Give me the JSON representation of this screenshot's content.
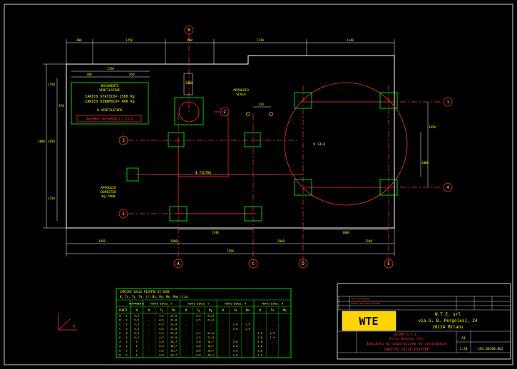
{
  "colors": {
    "background": "#000000",
    "outline": "#ffffff",
    "dimension": "#ffffff",
    "axis": "#ff3333",
    "plate": "#00ff00",
    "text_yellow": "#ffff00",
    "title_red": "#ff0000",
    "logo_bg": "#ffd400",
    "table_line": "#00ff00",
    "table_text": "#ffff00"
  },
  "axes": {
    "circle_1": "1",
    "circle_2": "2",
    "circle_3": "3",
    "circle_4": "4",
    "circle_5": "5",
    "circle_A": "A",
    "circle_B": "B",
    "circle_C": "C",
    "circle_D": "D",
    "circle_E": "E"
  },
  "labels": {
    "basamenti": "BASAMENTI",
    "ventilatore": "VENTILATORE",
    "carico_statico": "CARICO STATICO= 2500 Kg",
    "carico_dinamico": "CARICO DINAMICO= 400 Kg",
    "cl_ventilatore": "℄ VENTILATORE",
    "ingombro": "INGOMBRO BASAMENTO I-2410",
    "appoggio_scala": "APPOGGIO",
    "appoggio_scala_2": "SCALA",
    "appoggio_demister": "APPOGGIO",
    "appoggio_demister_2": "DEMISTER",
    "appoggio_demister_3": "Kg.2000",
    "cl_filtro": "℄ FILTRO",
    "cl_silo": "℄ SILO"
  },
  "dimensions": {
    "top_1": "400",
    "top_2": "1250",
    "top_3": "800",
    "top_4": "1720",
    "top_5": "1140",
    "inner_1": "1750",
    "inner_2": "700",
    "inner_3": "650",
    "inner_4": "2800",
    "small_1": "310",
    "left_1": "1150",
    "left_2": "5000",
    "left_3": "1850",
    "left_4": "1150",
    "left_5": "670",
    "right_1": "1650",
    "right_2": "1800",
    "bottom_1": "1740",
    "bottom_2": "1880",
    "bottom_3": "1450",
    "bottom_4": "3600",
    "bottom_5": "2040",
    "bottom_6": "1140",
    "bottom_total": "7350"
  },
  "loads_table": {
    "title_1": "CARICHI SULLE PIASTRE DI BASE",
    "title_2": "N, Tx, Ty, Tm, (t)      Mx, My, Mm, Mmq (t.m)",
    "group_headers": [
      "PERMANENTI",
      "VENTO DIREZ. X",
      "VENTO DIREZ. Y",
      "VENTO DIREZ. M",
      "VENTO DIREZ. W"
    ],
    "col_headers": [
      "N",
      "N",
      "Tx",
      "Mx",
      "N",
      "Ty",
      "My",
      "N",
      "Tm",
      "Mm",
      "N",
      "Tm",
      "Mm"
    ],
    "first_col_header": "PUNTI",
    "rows": [
      [
        "B - 1",
        "5,5",
        "-",
        "4,5",
        "22,0",
        "-",
        "4,5",
        "22,0",
        "-",
        "-",
        "-",
        "-",
        "-",
        "-"
      ],
      [
        "B - 2",
        "5,5",
        "-",
        "4,5",
        "22,0",
        "-",
        "4,5",
        "22,0",
        "-",
        "-",
        "-",
        "-",
        "-",
        "-"
      ],
      [
        "C - 1",
        "5,5",
        "-",
        "4,5",
        "22,0",
        "-",
        "-",
        "-",
        "-",
        "2,6",
        "1,9",
        "-",
        "-",
        "-"
      ],
      [
        "C - 2",
        "5,5",
        "-",
        "4,5",
        "22,0",
        "-",
        "-",
        "-",
        "-",
        "2,6",
        "1,9",
        "-",
        "-",
        "-"
      ],
      [
        "E - 3",
        "6,5",
        "-",
        "4,5",
        "22,0",
        "-",
        "4,5",
        "22,0",
        "-",
        "-",
        "-",
        "2,6",
        "1,9",
        "-"
      ],
      [
        "E - 4",
        "6,5",
        "-",
        "4,5",
        "22,0",
        "-",
        "4,5",
        "22,0",
        "-",
        "-",
        "-",
        "2,6",
        "1,9",
        "-"
      ],
      [
        "A - 1",
        "1",
        "-",
        "3,0",
        "18,7",
        "-",
        "3,0",
        "18,7",
        "-",
        "2,0",
        "-",
        "2,0",
        "-",
        "-"
      ],
      [
        "A - 2",
        "1",
        "-",
        "3,0",
        "18,7",
        "-",
        "3,0",
        "18,7",
        "-",
        "2,0",
        "-",
        "2,0",
        "-",
        "-"
      ],
      [
        "D - 1",
        "1",
        "-",
        "3,0",
        "18,7",
        "-",
        "3,0",
        "18,7",
        "-",
        "2,0",
        "-",
        "2,0",
        "-",
        "-"
      ],
      [
        "D - 2",
        "1",
        "-",
        "3,0",
        "18,7",
        "-",
        "3,0",
        "18,7",
        "-",
        "2,0",
        "-",
        "2,0",
        "-",
        "-"
      ]
    ]
  },
  "title_block": {
    "company": "W.T.E. srl",
    "address_1": "via G. B. Pergolesi, 24",
    "address_2": "20124  Milano",
    "client": "RIXON S.r.L.",
    "location": "Porto Marengo (SV)",
    "project": "Impianto di aspirazione ed insilaggio",
    "drawing_title": "CARICHI SULLE PIASTRE",
    "logo": "WTE",
    "scale": "1:20",
    "drawing_number": "1R3.00100.002",
    "format": "A1",
    "revision_1": "PRIMA EMISSIONE",
    "revision_2": "EMESSO PER APPROVAZIONE"
  }
}
